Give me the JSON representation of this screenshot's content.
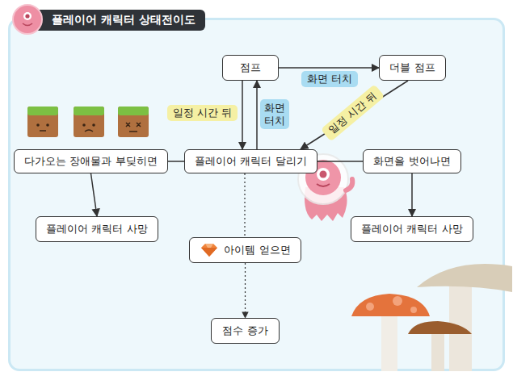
{
  "diagram": {
    "title": "플레이어 캐릭터 상태전이도",
    "nodes": [
      {
        "text": [
          "점프"
        ]
      },
      {
        "text": [
          "더블 점프"
        ]
      },
      {
        "text": [
          "다가오는 장애물과 부딪히면"
        ]
      },
      {
        "text": [
          "플레이어 캐릭터 달리기"
        ]
      },
      {
        "text": [
          "화면을 벗어나면"
        ]
      },
      {
        "text": [
          "플레이어 캐릭터 사망"
        ]
      },
      {
        "text": [
          "아이템 얻으면"
        ]
      },
      {
        "text": [
          "플레이어 캐릭터 사망"
        ]
      },
      {
        "text": [
          "점수 증가"
        ]
      }
    ],
    "edges": [
      {
        "from": 0,
        "to": 1,
        "label": "화면 터치",
        "arrow": "to"
      },
      {
        "from": 3,
        "to": 0,
        "label": "화면 터치",
        "arrow": "to"
      },
      {
        "from": 0,
        "to": 3,
        "label": "일정 시간 뒤",
        "arrow": "to"
      },
      {
        "from": 1,
        "to": 3,
        "label": "일정 시간 뒤",
        "arrow": "to"
      },
      {
        "from": 3,
        "to": 2,
        "arrow": "none"
      },
      {
        "from": 2,
        "to": 5,
        "arrow": "to"
      },
      {
        "from": 3,
        "to": 4,
        "arrow": "none"
      },
      {
        "from": 4,
        "to": 7,
        "arrow": "to"
      },
      {
        "from": 3,
        "to": 6,
        "arrow": "none"
      },
      {
        "from": 6,
        "to": 8,
        "arrow": "to"
      }
    ]
  }
}
